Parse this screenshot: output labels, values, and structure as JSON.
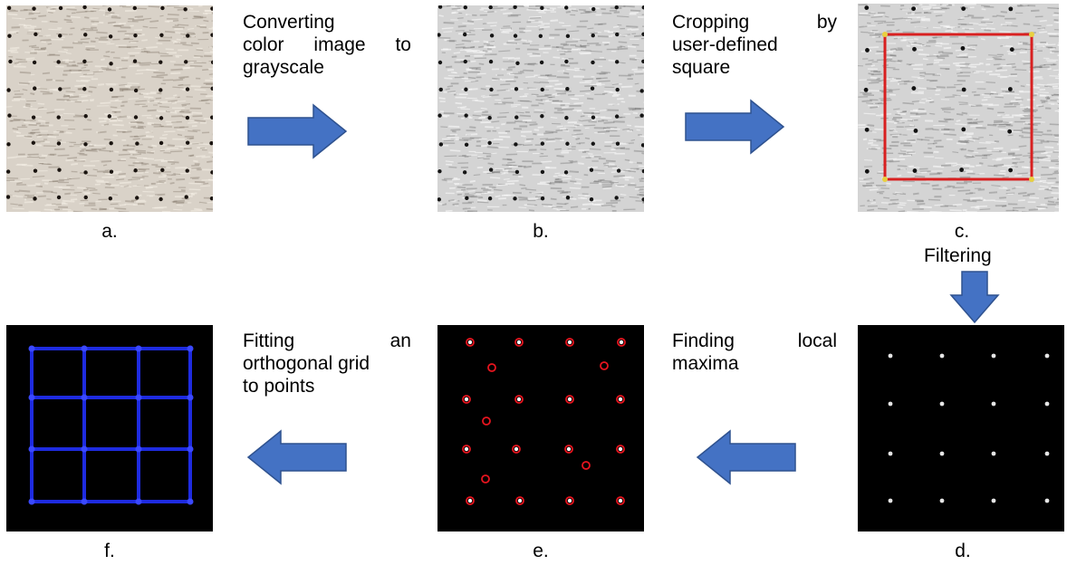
{
  "panels": {
    "a": {
      "label": "a."
    },
    "b": {
      "label": "b."
    },
    "c": {
      "label": "c."
    },
    "d": {
      "label": "d."
    },
    "e": {
      "label": "e."
    },
    "f": {
      "label": "f."
    }
  },
  "steps": {
    "grayscale": [
      "Converting",
      "color image to",
      "grayscale"
    ],
    "crop": [
      "Cropping by",
      "user-defined",
      "square"
    ],
    "filter": "Filtering",
    "maxima": [
      "Finding local",
      "maxima"
    ],
    "grid": [
      "Fitting an",
      "orthogonal grid",
      "to points"
    ]
  },
  "colors": {
    "arrow_fill": "#4472C4",
    "arrow_stroke": "#2F528F",
    "crop_square": "#D82020",
    "maxima_marker": "#E8141E",
    "grid_line": "#1E2BE0",
    "fabric_color": "#D9D2C8",
    "fabric_gray": "#D4D4D4"
  }
}
